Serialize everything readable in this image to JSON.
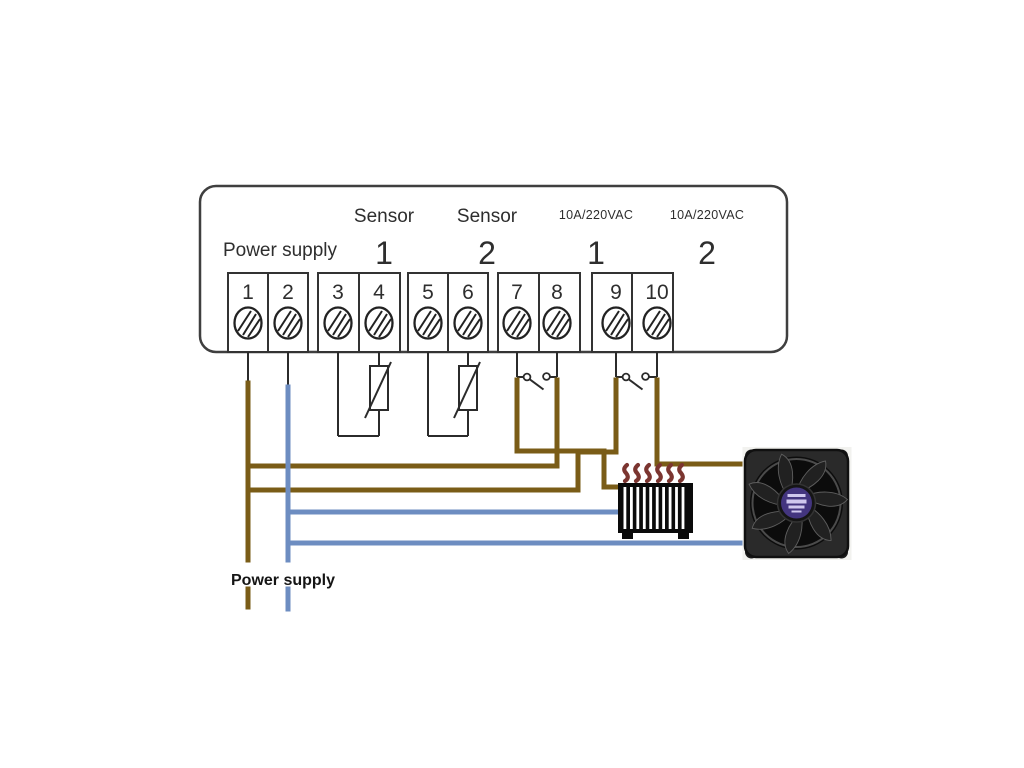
{
  "controller": {
    "power_supply_label": "Power supply",
    "sensor1_label": "Sensor",
    "sensor1_num": "1",
    "sensor2_label": "Sensor",
    "sensor2_num": "2",
    "relay1_rating": "10A/220VAC",
    "relay1_num": "1",
    "relay2_rating": "10A/220VAC",
    "relay2_num": "2",
    "terminals": [
      "1",
      "2",
      "3",
      "4",
      "5",
      "6",
      "7",
      "8",
      "9",
      "10"
    ]
  },
  "external": {
    "power_supply_label": "Power supply"
  },
  "colors": {
    "live_wire": "#7a5c17",
    "neutral_wire": "#6d8dc1",
    "outline": "#2b2b2b",
    "flame": "#7b3530"
  }
}
